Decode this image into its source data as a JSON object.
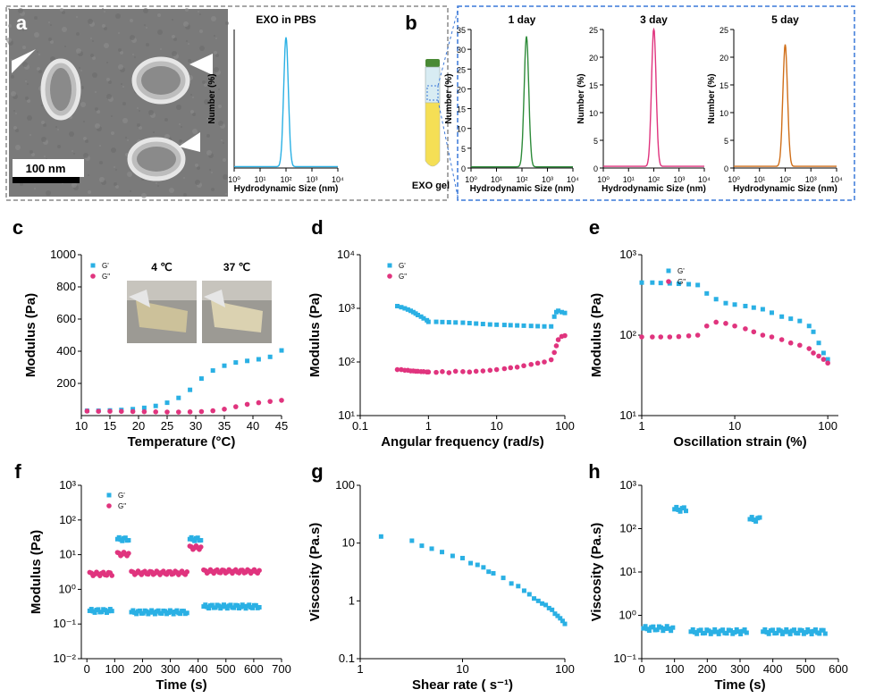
{
  "colors": {
    "gprime": "#2ab0e4",
    "gdouble": "#e0347e",
    "green": "#2e8b3a",
    "pink": "#e0347e",
    "orange": "#d06f1a",
    "blue": "#2ab0e4",
    "box": "#8a8a8a",
    "box_blue": "#3a78d8"
  },
  "panels": {
    "a": "a",
    "b": "b",
    "c": "c",
    "d": "d",
    "e": "e",
    "f": "f",
    "g": "g",
    "h": "h"
  },
  "panel_a": {
    "scale_bar": "100 nm",
    "image_desc": "TEM image of exosomes"
  },
  "panel_b": {
    "vial_label": "EXO gel"
  },
  "panel_c": {
    "photo_labels": [
      "4 ℃",
      "37 ℃"
    ]
  },
  "chart_data": [
    {
      "id": "a_dls",
      "type": "line",
      "title": "EXO in PBS",
      "xlabel": "Hydrodynamic Size (nm)",
      "ylabel": "Number (%)",
      "xscale": "log",
      "xlim": [
        1,
        10000
      ],
      "ylim": [
        0,
        30
      ],
      "xticks": [
        "10⁰",
        "10¹",
        "10²",
        "10³",
        "10⁴"
      ],
      "series": [
        {
          "peak_center": 100,
          "peak_height": 28,
          "color": "blue"
        }
      ]
    },
    {
      "id": "b1",
      "type": "line",
      "title": "1 day",
      "xlabel": "Hydrodynamic Size (nm)",
      "ylabel": "Number (%)",
      "xscale": "log",
      "xlim": [
        1,
        10000
      ],
      "ylim": [
        0,
        35
      ],
      "yticks": [
        0,
        5,
        10,
        15,
        20,
        25,
        30,
        35
      ],
      "xticks": [
        "10⁰",
        "10¹",
        "10²",
        "10³",
        "10⁴"
      ],
      "series": [
        {
          "peak_center": 150,
          "peak_height": 33,
          "color": "green"
        }
      ]
    },
    {
      "id": "b3",
      "type": "line",
      "title": "3 day",
      "xlabel": "Hydrodynamic Size (nm)",
      "ylabel": "Number (%)",
      "xscale": "log",
      "xlim": [
        1,
        10000
      ],
      "ylim": [
        0,
        25
      ],
      "yticks": [
        0,
        5,
        10,
        15,
        20,
        25
      ],
      "xticks": [
        "10⁰",
        "10¹",
        "10²",
        "10³",
        "10⁴"
      ],
      "series": [
        {
          "peak_center": 100,
          "peak_height": 25,
          "color": "pink"
        }
      ]
    },
    {
      "id": "b5",
      "type": "line",
      "title": "5 day",
      "xlabel": "Hydrodynamic Size (nm)",
      "ylabel": "Number (%)",
      "xscale": "log",
      "xlim": [
        1,
        10000
      ],
      "ylim": [
        0,
        25
      ],
      "yticks": [
        0,
        5,
        10,
        15,
        20,
        25
      ],
      "xticks": [
        "10⁰",
        "10¹",
        "10²",
        "10³",
        "10⁴"
      ],
      "series": [
        {
          "peak_center": 100,
          "peak_height": 22,
          "color": "orange"
        }
      ]
    },
    {
      "id": "c",
      "type": "scatter",
      "xlabel": "Temperature (°C)",
      "ylabel": "Modulus (Pa)",
      "xlim": [
        10,
        45
      ],
      "ylim": [
        0,
        1000
      ],
      "xticks": [
        10,
        15,
        20,
        25,
        30,
        35,
        40,
        45
      ],
      "yticks": [
        200,
        400,
        600,
        800,
        1000
      ],
      "legend": [
        "G'",
        "G\""
      ],
      "series": [
        {
          "name": "G'",
          "color": "gprime",
          "x": [
            11,
            13,
            15,
            17,
            19,
            21,
            23,
            25,
            27,
            29,
            31,
            33,
            35,
            37,
            39,
            41,
            43,
            45
          ],
          "y": [
            30,
            30,
            32,
            35,
            40,
            48,
            60,
            80,
            110,
            160,
            230,
            280,
            310,
            330,
            340,
            350,
            365,
            405
          ]
        },
        {
          "name": "G\"",
          "color": "gdouble",
          "x": [
            11,
            13,
            15,
            17,
            19,
            21,
            23,
            25,
            27,
            29,
            31,
            33,
            35,
            37,
            39,
            41,
            43,
            45
          ],
          "y": [
            28,
            27,
            27,
            26,
            25,
            24,
            23,
            22,
            22,
            23,
            25,
            30,
            40,
            55,
            70,
            80,
            88,
            95
          ]
        }
      ]
    },
    {
      "id": "d",
      "type": "scatter",
      "xlabel": "Angular frequency (rad/s)",
      "ylabel": "Modulus (Pa)",
      "xscale": "log",
      "yscale": "log",
      "xlim": [
        0.1,
        100
      ],
      "ylim": [
        10,
        10000
      ],
      "xticks": [
        "0.1",
        "1",
        "10",
        "100"
      ],
      "yticks": [
        "10¹",
        "10²",
        "10³",
        "10⁴"
      ],
      "legend": [
        "G'",
        "G\""
      ],
      "series": [
        {
          "name": "G'",
          "color": "gprime",
          "x": [
            0.35,
            0.4,
            0.45,
            0.5,
            0.55,
            0.6,
            0.65,
            0.7,
            0.78,
            0.85,
            0.95,
            1.0,
            1.3,
            1.6,
            2.0,
            2.5,
            3.2,
            4.0,
            5.0,
            6.3,
            8,
            10,
            13,
            16,
            20,
            25,
            32,
            40,
            50,
            63,
            70,
            75,
            80,
            90,
            100
          ],
          "y": [
            1100,
            1050,
            1000,
            950,
            900,
            850,
            800,
            750,
            700,
            650,
            600,
            560,
            560,
            555,
            550,
            545,
            540,
            530,
            520,
            510,
            500,
            495,
            490,
            485,
            480,
            475,
            470,
            465,
            460,
            460,
            700,
            850,
            900,
            850,
            820
          ]
        },
        {
          "name": "G\"",
          "color": "gdouble",
          "x": [
            0.35,
            0.4,
            0.45,
            0.5,
            0.55,
            0.6,
            0.65,
            0.7,
            0.78,
            0.85,
            0.95,
            1.0,
            1.3,
            1.6,
            2.0,
            2.5,
            3.2,
            4.0,
            5.0,
            6.3,
            8,
            10,
            13,
            16,
            20,
            25,
            32,
            40,
            50,
            63,
            70,
            75,
            80,
            90,
            100
          ],
          "y": [
            72,
            72,
            70,
            70,
            68,
            68,
            67,
            67,
            66,
            66,
            65,
            65,
            64,
            66,
            63,
            67,
            66,
            65,
            67,
            68,
            70,
            72,
            75,
            78,
            80,
            85,
            90,
            95,
            100,
            110,
            150,
            200,
            260,
            300,
            310
          ]
        }
      ]
    },
    {
      "id": "e",
      "type": "scatter",
      "xlabel": "Oscillation strain (%)",
      "ylabel": "Modulus (Pa)",
      "xscale": "log",
      "yscale": "log",
      "xlim": [
        1,
        130
      ],
      "ylim": [
        10,
        1000
      ],
      "xticks": [
        "1",
        "10",
        "100"
      ],
      "yticks": [
        "10¹",
        "10²",
        "10³"
      ],
      "legend": [
        "G'",
        "G\""
      ],
      "series": [
        {
          "name": "G'",
          "color": "gprime",
          "x": [
            1.0,
            1.3,
            1.6,
            2.0,
            2.5,
            3.2,
            4.0,
            5.0,
            6.3,
            8,
            10,
            13,
            16,
            20,
            25,
            32,
            40,
            50,
            63,
            70,
            80,
            90,
            100
          ],
          "y": [
            450,
            450,
            445,
            440,
            435,
            430,
            420,
            330,
            280,
            250,
            240,
            230,
            220,
            210,
            190,
            170,
            160,
            150,
            130,
            110,
            80,
            60,
            50
          ]
        },
        {
          "name": "G\"",
          "color": "gdouble",
          "x": [
            1.0,
            1.3,
            1.6,
            2.0,
            2.5,
            3.2,
            4.0,
            5.0,
            6.3,
            8,
            10,
            13,
            16,
            20,
            25,
            32,
            40,
            50,
            63,
            70,
            80,
            90,
            100
          ],
          "y": [
            95,
            95,
            95,
            95,
            96,
            98,
            100,
            130,
            145,
            140,
            130,
            120,
            110,
            100,
            95,
            88,
            80,
            75,
            68,
            60,
            55,
            50,
            45
          ]
        }
      ]
    },
    {
      "id": "f",
      "type": "scatter",
      "xlabel": "Time (s)",
      "ylabel": "Modulus (Pa)",
      "yscale": "log",
      "xlim": [
        -20,
        700
      ],
      "ylim": [
        0.01,
        1000
      ],
      "xticks": [
        0,
        100,
        200,
        300,
        400,
        500,
        600,
        700
      ],
      "yticks": [
        "10⁻²",
        "10⁻¹",
        "10⁰",
        "10¹",
        "10²",
        "10³"
      ],
      "legend": [
        "G'",
        "G\""
      ],
      "series": [
        {
          "name": "G'",
          "color": "gprime",
          "segments": [
            {
              "x0": 10,
              "x1": 90,
              "y": 0.24
            },
            {
              "x0": 110,
              "x1": 150,
              "y": 28
            },
            {
              "x0": 160,
              "x1": 360,
              "y": 0.22
            },
            {
              "x0": 370,
              "x1": 410,
              "y": 28
            },
            {
              "x0": 420,
              "x1": 620,
              "y": 0.32
            }
          ]
        },
        {
          "name": "G\"",
          "color": "gdouble",
          "segments": [
            {
              "x0": 10,
              "x1": 90,
              "y": 2.8
            },
            {
              "x0": 110,
              "x1": 150,
              "y": 10.5
            },
            {
              "x0": 160,
              "x1": 360,
              "y": 3.0
            },
            {
              "x0": 370,
              "x1": 410,
              "y": 16
            },
            {
              "x0": 420,
              "x1": 620,
              "y": 3.3
            }
          ]
        }
      ]
    },
    {
      "id": "g",
      "type": "scatter",
      "xlabel": "Shear rate ( s⁻¹)",
      "ylabel": "Viscosity (Pa.s)",
      "xscale": "log",
      "yscale": "log",
      "xlim": [
        1,
        100
      ],
      "ylim": [
        0.1,
        100
      ],
      "xticks": [
        "1",
        "10",
        "100"
      ],
      "yticks": [
        "0.1",
        "1",
        "10",
        "100"
      ],
      "series": [
        {
          "name": "",
          "color": "gprime",
          "x": [
            1.6,
            3.2,
            4.0,
            5.0,
            6.3,
            8,
            10,
            12,
            14,
            16,
            18,
            20,
            25,
            30,
            35,
            40,
            45,
            50,
            55,
            60,
            65,
            70,
            75,
            80,
            85,
            90,
            95,
            100
          ],
          "y": [
            13,
            11,
            9,
            8,
            7,
            6,
            5.5,
            4.5,
            4.2,
            3.8,
            3.2,
            3.0,
            2.5,
            2.0,
            1.8,
            1.5,
            1.3,
            1.1,
            1.0,
            0.9,
            0.85,
            0.75,
            0.7,
            0.6,
            0.55,
            0.5,
            0.45,
            0.4
          ]
        }
      ]
    },
    {
      "id": "h",
      "type": "scatter",
      "xlabel": "Time (s)",
      "ylabel": "Viscosity (Pa.s)",
      "yscale": "log",
      "xlim": [
        0,
        600
      ],
      "ylim": [
        0.1,
        1000
      ],
      "xticks": [
        0,
        100,
        200,
        300,
        400,
        500,
        600
      ],
      "yticks": [
        "10⁻¹",
        "10⁰",
        "10¹",
        "10²",
        "10³"
      ],
      "series": [
        {
          "name": "",
          "color": "gprime",
          "segments": [
            {
              "x0": 5,
              "x1": 95,
              "y": 0.5
            },
            {
              "x0": 100,
              "x1": 135,
              "y": 280
            },
            {
              "x0": 150,
              "x1": 320,
              "y": 0.42
            },
            {
              "x0": 330,
              "x1": 360,
              "y": 165
            },
            {
              "x0": 370,
              "x1": 560,
              "y": 0.42
            }
          ]
        }
      ]
    }
  ]
}
